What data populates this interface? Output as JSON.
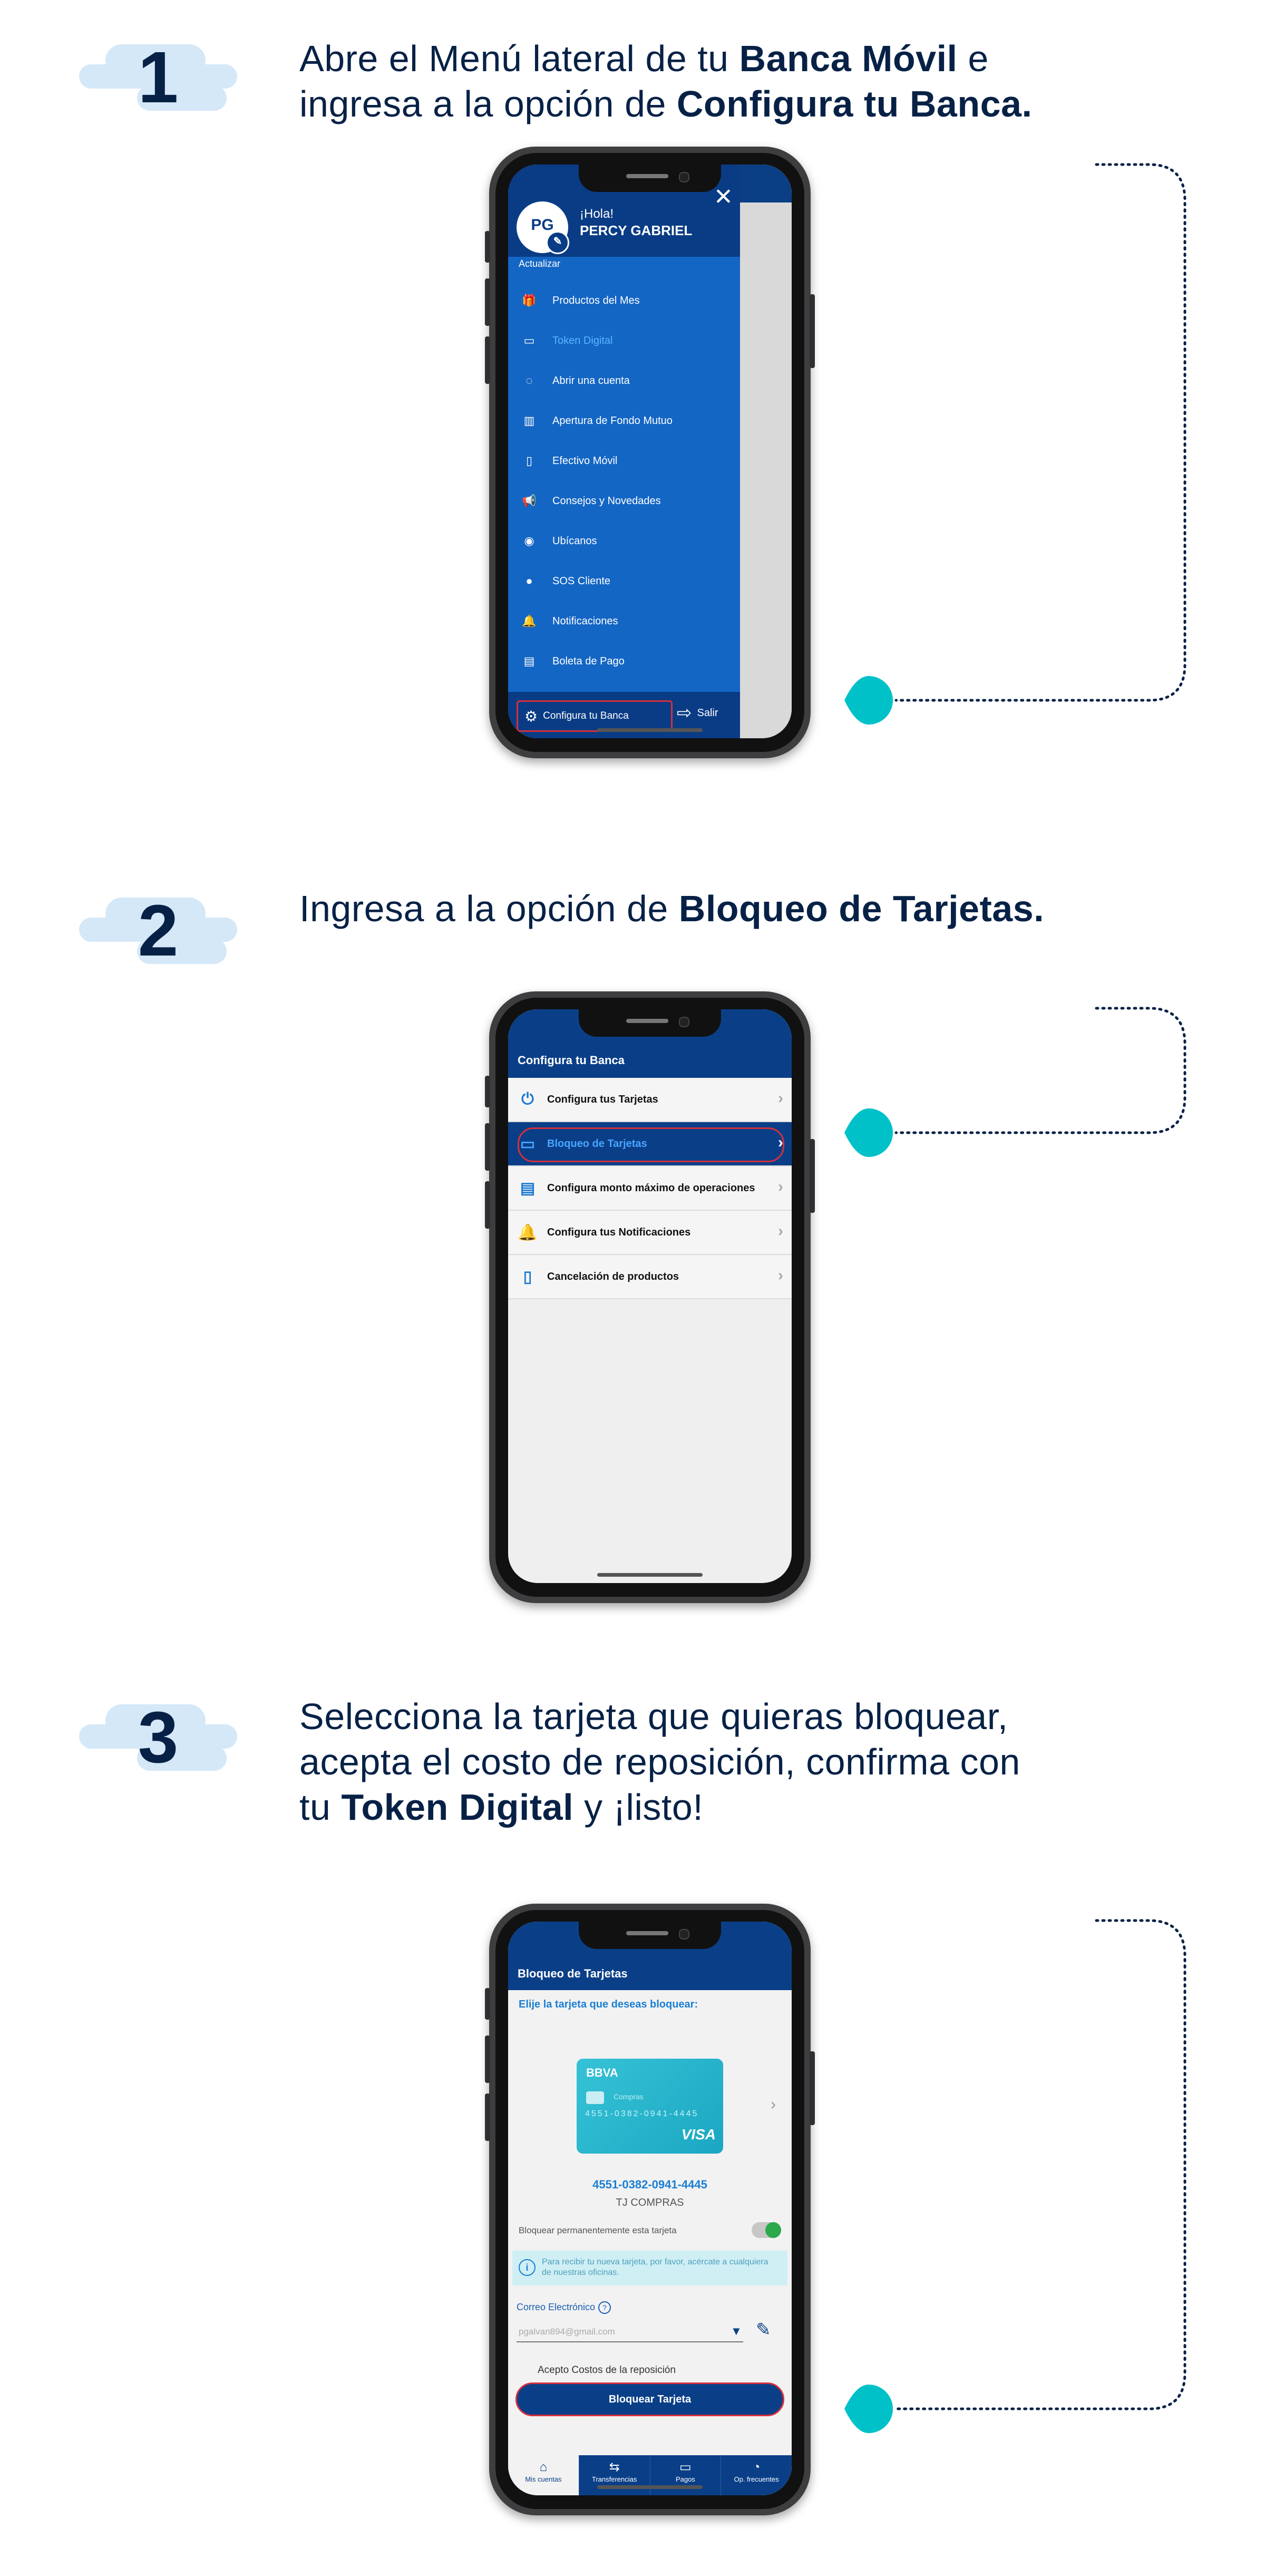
{
  "step1": {
    "number": "1",
    "text_a": "Abre el Menú lateral de tu ",
    "bold_a": "Banca Móvil",
    "text_b": " e ingresa a la opción de ",
    "bold_b": "Configura tu Banca."
  },
  "step2": {
    "number": "2",
    "text_a": "Ingresa a la opción de ",
    "bold_a": "Bloqueo de Tarjetas."
  },
  "step3": {
    "number": "3",
    "text_a": "Selecciona la tarjeta que quieras bloquear, acepta el costo de reposición, confirma con tu ",
    "bold_a": "Token Digital",
    "text_b": " y ¡listo!"
  },
  "screen1": {
    "avatar_initials": "PG",
    "greeting": "¡Hola!",
    "user_name": "PERCY GABRIEL",
    "update_link": "Actualizar",
    "menu_items": [
      {
        "label": "Productos del Mes",
        "icon": "gift-icon"
      },
      {
        "label": "Token Digital",
        "icon": "token-icon"
      },
      {
        "label": "Abrir una cuenta",
        "icon": "piggy-bank-icon"
      },
      {
        "label": "Apertura de Fondo Mutuo",
        "icon": "chart-icon"
      },
      {
        "label": "Efectivo Móvil",
        "icon": "mobile-cash-icon"
      },
      {
        "label": "Consejos y Novedades",
        "icon": "megaphone-icon"
      },
      {
        "label": "Ubícanos",
        "icon": "location-icon"
      },
      {
        "label": "SOS Cliente",
        "icon": "support-icon"
      },
      {
        "label": "Notificaciones",
        "icon": "bell-icon"
      },
      {
        "label": "Boleta de Pago",
        "icon": "document-icon"
      }
    ],
    "config_button": "Configura tu Banca",
    "logout_button": "Salir"
  },
  "screen2": {
    "title": "Configura tu Banca",
    "items": [
      {
        "label": "Configura tus Tarjetas",
        "icon": "power-icon"
      },
      {
        "label": "Bloqueo de Tarjetas",
        "icon": "card-lock-icon"
      },
      {
        "label": "Configura monto máximo de operaciones",
        "icon": "card-limit-icon"
      },
      {
        "label": "Configura tus Notificaciones",
        "icon": "bell-icon"
      },
      {
        "label": "Cancelación de productos",
        "icon": "document-cancel-icon"
      }
    ]
  },
  "screen3": {
    "title": "Bloqueo de Tarjetas",
    "instruction": "Elije la tarjeta que deseas bloquear:",
    "card": {
      "brand": "BBVA",
      "type_label": "Compras",
      "number_masked": "4551-0382-0941-4445",
      "network": "VISA"
    },
    "card_number": "4551-0382-0941-4445",
    "card_type": "TJ COMPRAS",
    "permanent_block_label": "Bloquear permanentemente esta tarjeta",
    "permanent_block_on": true,
    "info_text": "Para recibir tu nueva tarjeta, por favor, acércate a cualquiera de nuestras oficinas.",
    "email_label": "Correo Electrónico",
    "email_value": "pgalvan894@gmail.com",
    "accept_label": "Acepto Costos de la reposición",
    "block_button": "Bloquear Tarjeta",
    "tabs": [
      {
        "label": "Mis cuentas",
        "icon": "home-icon"
      },
      {
        "label": "Transferencias",
        "icon": "transfer-icon"
      },
      {
        "label": "Pagos",
        "icon": "payment-icon"
      },
      {
        "label": "Op. frecuentes",
        "icon": "frequent-icon"
      }
    ]
  },
  "colors": {
    "navy": "#072146",
    "bbva_blue": "#0a3f88",
    "drawer_blue": "#1466c4",
    "teal": "#00c1c8",
    "highlight_red": "#d62f3b",
    "blob_light_blue": "#d4e8f8"
  }
}
